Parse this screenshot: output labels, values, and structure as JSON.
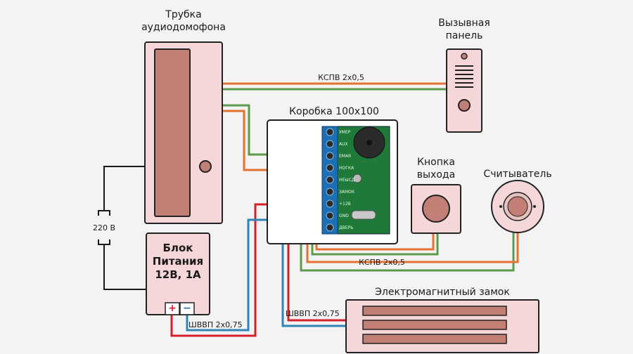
{
  "labels": {
    "handset": "Трубка\nаудиодомофона",
    "call_panel": "Вызывная\nпанель",
    "box": "Коробка 100x100",
    "exit_button": "Кнопка\nвыхода",
    "reader": "Считыватель",
    "power_supply": "Блок\nПитания\n12В, 1А",
    "mains": "220 В",
    "em_lock": "Электромагнитный замок"
  },
  "cables": {
    "handset_to_panel": "КСПВ 2x0,5",
    "board_to_button_reader": "КСПВ 2x0,5",
    "psu_to_board": "ШВВП 2x0,75",
    "board_to_lock": "ШВВП 2x0,75"
  },
  "terminals": {
    "plus": "+",
    "minus": "−"
  },
  "board_terminals": [
    "УМЕР",
    "AUX",
    "EMAR",
    "НОГКА",
    "НЕЫСД",
    "ЗАМОК",
    "+12В",
    "GND",
    "ДВЕРЬ"
  ],
  "colors": {
    "device_fill": "#f6d7d9",
    "device_dark": "#c27f76",
    "wire_green": "#5c9a4c",
    "wire_orange": "#e57230",
    "wire_red": "#d4202a",
    "wire_blue": "#2f86b3",
    "wire_black": "#1a1a1a",
    "board_green": "#1f7a3a",
    "terminal_blue": "#1c6fb4"
  }
}
